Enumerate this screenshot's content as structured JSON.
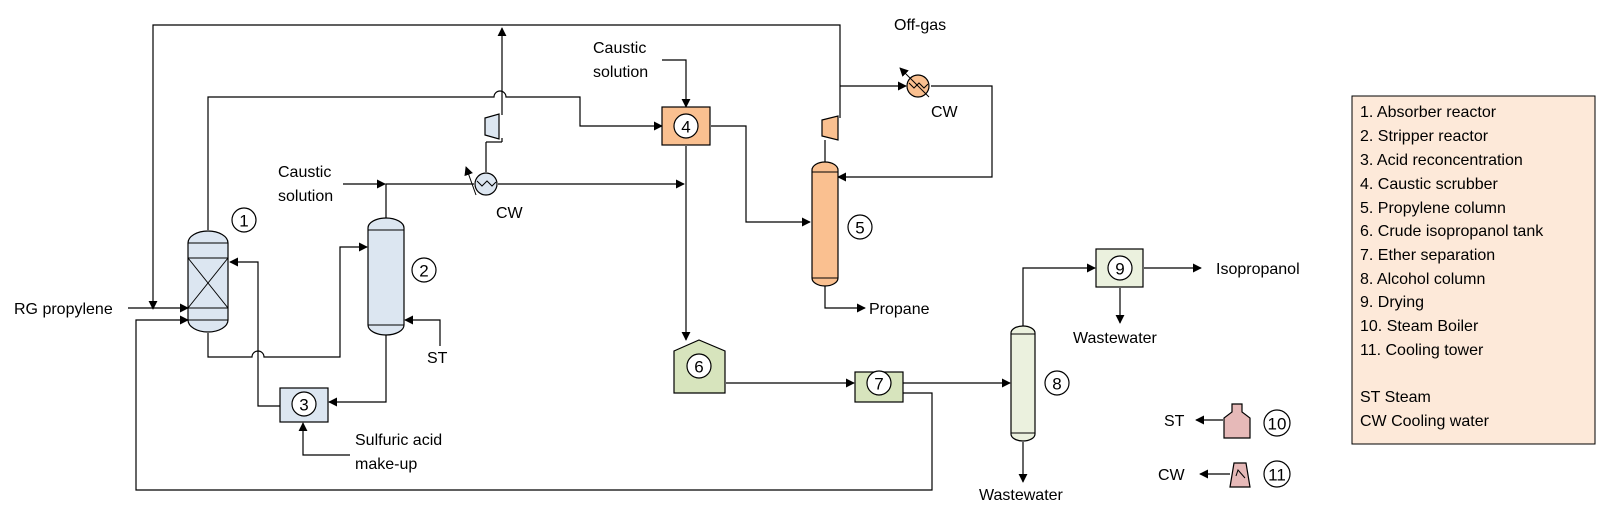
{
  "labels": {
    "feed": "RG propylene",
    "caustic_1": [
      "Caustic",
      "solution"
    ],
    "caustic_2": [
      "Caustic",
      "solution"
    ],
    "offgas": "Off-gas",
    "cw_1": "CW",
    "cw_2": "CW",
    "st_in": "ST",
    "sulfuric": [
      "Sulfuric acid",
      "make-up"
    ],
    "propane": "Propane",
    "isopropanol": "Isopropanol",
    "wastewater_1": "Wastewater",
    "wastewater_2": "Wastewater",
    "st_out": "ST",
    "cw_out": "CW"
  },
  "units": {
    "u1": "1",
    "u2": "2",
    "u3": "3",
    "u4": "4",
    "u5": "5",
    "u6": "6",
    "u7": "7",
    "u8": "8",
    "u9": "9",
    "u10": "10",
    "u11": "11"
  },
  "legend": {
    "items": [
      "1. Absorber reactor",
      "2. Stripper reactor",
      "3. Acid reconcentration",
      "4. Caustic scrubber",
      "5. Propylene column",
      "6. Crude isopropanol tank",
      "7. Ether separation",
      "8. Alcohol column",
      "9. Drying",
      "10. Steam Boiler",
      "11. Cooling tower"
    ],
    "abbreviations": [
      "ST Steam",
      "CW Cooling water"
    ]
  },
  "colors": {
    "blue_fill": "#dce6f1",
    "orange_fill": "#fac090",
    "orange_light": "#fde9d9",
    "green_fill": "#ebf1de",
    "green_dark": "#d7e4bd",
    "pink_fill": "#e6b9b8",
    "line": "#000000"
  }
}
